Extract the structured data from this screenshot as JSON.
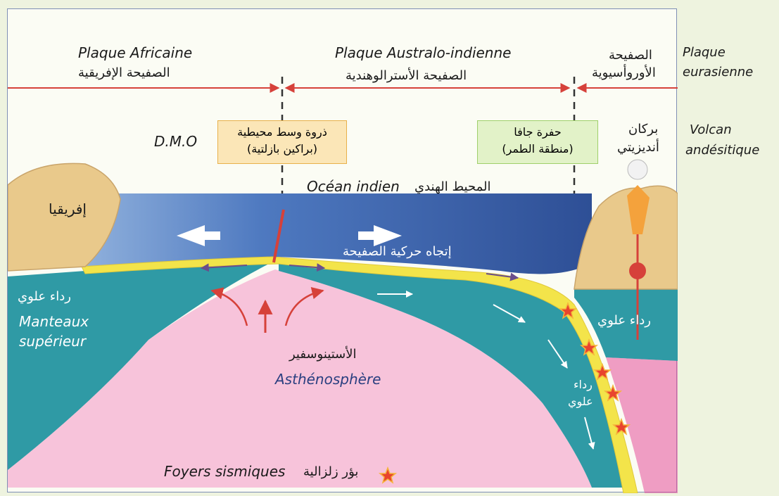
{
  "plates": {
    "african_fr": "Plaque Africaine",
    "african_ar": "الصفيحة الإفريقية",
    "australo_fr": "Plaque Australo-indienne",
    "australo_ar": "الصفيحة الأسترالوهندية",
    "eurasian_fr_1": "Plaque",
    "eurasian_fr_2": "eurasienne",
    "eurasian_ar_1": "الصفيحة",
    "eurasian_ar_2": "الأوروأسيوية"
  },
  "ridge": {
    "code": "D.M.O",
    "ar_line1": "ذروة وسط محيطية",
    "ar_line2": "(براكين بازلتية)"
  },
  "trench": {
    "ar_line1": "حفرة جافا",
    "ar_line2": "(منطقة الطمر)"
  },
  "volcano": {
    "ar_line1": "بركان",
    "ar_line2": "أنديزيتي",
    "fr_line1": "Volcan",
    "fr_line2": "andésitique"
  },
  "ocean": {
    "fr": "Océan indien",
    "ar": "المحيط الهندي"
  },
  "africa_ar": "إفريقيا",
  "plate_motion_ar": "إتجاه حركية الصفيحة",
  "mantle": {
    "ar_left": "رداء علوي",
    "fr_line1": "Manteaux",
    "fr_line2": "supérieur",
    "ar_right": "رداء علوي",
    "ar_slab_1": "رداء",
    "ar_slab_2": "علوي"
  },
  "asthenosphere": {
    "ar": "الأستينوسفير",
    "fr": "Asthénosphère"
  },
  "legend": {
    "fr": "Foyers sismiques",
    "ar": "بؤر زلزالية"
  },
  "colors": {
    "ocean": "#2f5fa8",
    "lithosphere": "#2f9aa5",
    "asthenosphere": "#f7c3da",
    "crust": "#f3e44a",
    "continent": "#e9c98b",
    "arrow_red": "#d6413a"
  }
}
